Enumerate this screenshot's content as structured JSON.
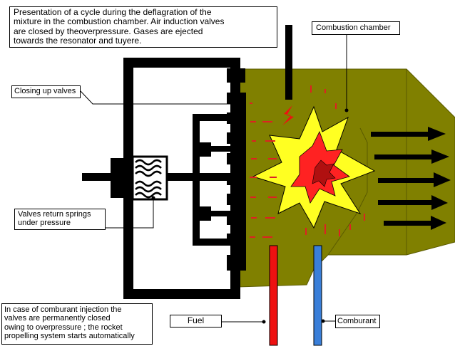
{
  "caption": "Presentation of a cycle during the deflagration of the\nmixture in the combustion chamber. Air induction valves\nare closed by theoverpressure. Gases are ejected\ntowards the resonator and tuyere.",
  "labels": {
    "combustion_chamber": "Combustion chamber",
    "closing_valves": "Closing up valves",
    "valve_springs": "Valves return springs\nunder pressure",
    "note": "In case of comburant injection the\nvalves are permanently closed\nowing to overpressure ; the rocket\npropelling system starts automatically",
    "fuel": "Fuel",
    "comburant": "Comburant"
  },
  "colors": {
    "chamber": "#808000",
    "chamber_edge": "#5a5a00",
    "structure": "#000000",
    "fuel_line": "#ee1111",
    "comburant_line": "#3a7fd9",
    "explosion_outer": "#ffff22",
    "explosion_mid": "#ff2222",
    "explosion_core": "#b01010",
    "pressure_marks": "#dd2222"
  }
}
